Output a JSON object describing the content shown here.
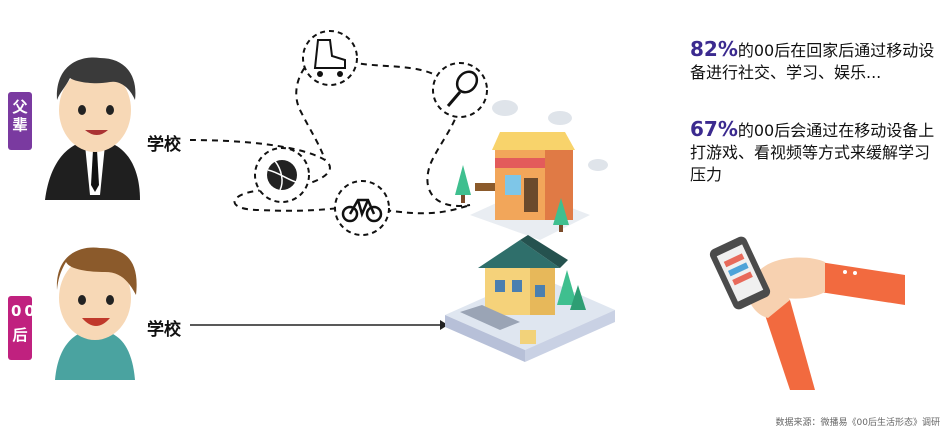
{
  "labels": {
    "parents_tag": "父辈",
    "post00_tag_line1": "00",
    "post00_tag_line2": "后",
    "school_top": "学校",
    "school_bottom": "学校"
  },
  "stats": [
    {
      "percent": "82%",
      "text": "的00后在回家后通过移动设备进行社交、学习、娱乐..."
    },
    {
      "percent": "67%",
      "text": "的00后会通过在移动设备上打游戏、看视频等方式来缓解学习压力"
    }
  ],
  "source": "数据来源：微播易《00后生活形态》调研",
  "colors": {
    "parents_tag": "#7a3aa0",
    "post00_tag": "#c0217f",
    "percent_text": "#3b2a8f"
  },
  "icons": [
    "roller-skate-icon",
    "badminton-racket-icon",
    "basketball-icon",
    "bicycle-icon",
    "shop-illustration",
    "house-illustration",
    "phone-hand-illustration"
  ]
}
